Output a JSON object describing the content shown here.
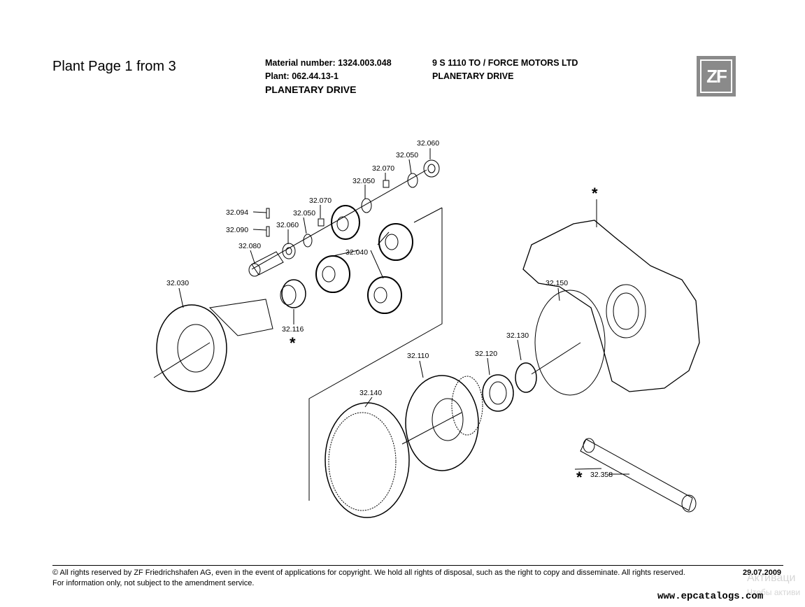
{
  "header": {
    "page_title": "Plant Page 1 from 3",
    "material_number": "Material number: 1324.003.048",
    "plant": "Plant: 062.44.13-1",
    "group_left": "PLANETARY DRIVE",
    "model": "9 S 1110 TO / FORCE MOTORS LTD",
    "group_right": "PLANETARY DRIVE",
    "logo_text": "ZF"
  },
  "parts": {
    "p32060": "32.060",
    "p32050a": "32.050",
    "p32070a": "32.070",
    "p32050b": "32.050",
    "p32070b": "32.070",
    "p32094": "32.094",
    "p32050c": "32.050",
    "p32090": "32.090",
    "p32060b": "32.060",
    "p32080": "32.080",
    "p32040": "32.040",
    "p32030": "32.030",
    "p32116": "32.116",
    "p32150": "32.150",
    "p32130": "32.130",
    "p32120": "32.120",
    "p32110": "32.110",
    "p32140": "32.140",
    "p32358": "32.358",
    "star": "*"
  },
  "footer": {
    "copyright": "© All rights reserved by ZF Friedrichshafen AG, even in the event of applications for copyright. We hold all rights of disposal, such as the right to copy and disseminate. All rights reserved.",
    "info": "For information only, not subject to the amendment service.",
    "date": "29.07.2009",
    "watermark1": "Активаци",
    "watermark2": "Чтобы активи",
    "site": "www.epcatalogs.com"
  }
}
